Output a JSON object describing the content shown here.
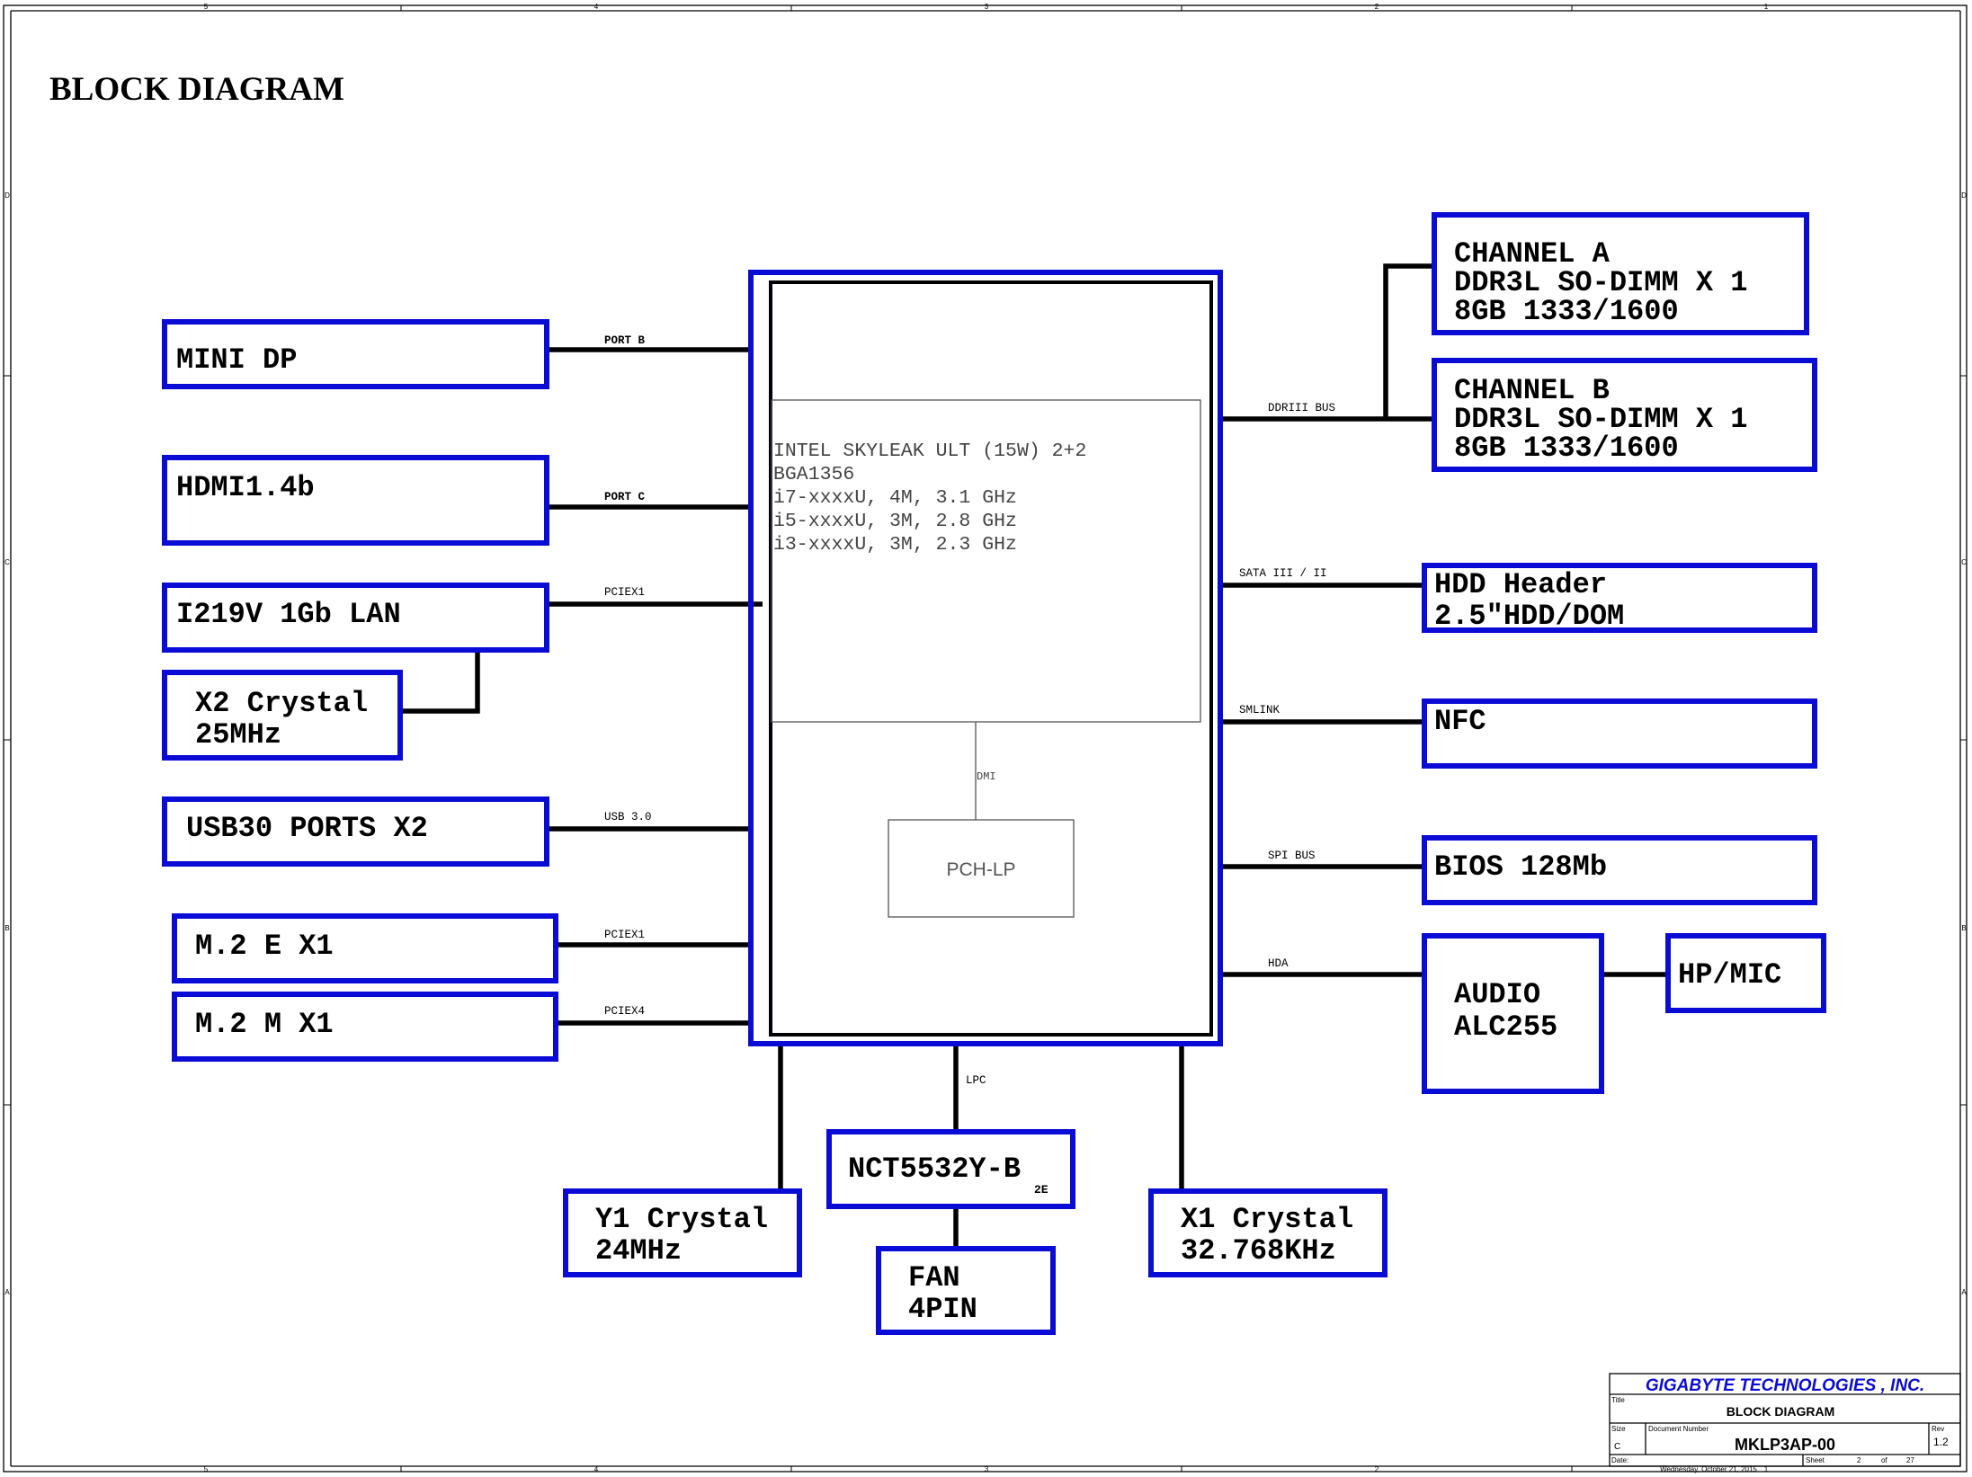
{
  "sheet_title": "BLOCK DIAGRAM",
  "border": {
    "columns": [
      "5",
      "4",
      "3",
      "2",
      "1"
    ],
    "rows": [
      "D",
      "C",
      "B",
      "A"
    ]
  },
  "cpu": {
    "lines": [
      "INTEL SKYLEAK ULT (15W) 2+2",
      "BGA1356",
      "i7-xxxxU, 4M, 3.1 GHz",
      "i5-xxxxU, 3M, 2.8 GHz",
      "i3-xxxxU, 3M, 2.3 GHz"
    ],
    "pch": "PCH-LP",
    "dmi": "DMI"
  },
  "left_blocks": {
    "mini_dp": [
      "MINI DP"
    ],
    "hdmi": [
      "HDMI1.4b"
    ],
    "lan": [
      "I219V 1Gb LAN"
    ],
    "x2": [
      "X2 Crystal",
      "25MHz"
    ],
    "usb": [
      "USB30 PORTS X2"
    ],
    "m2e": [
      "M.2 E X1"
    ],
    "m2m": [
      "M.2 M X1"
    ]
  },
  "right_blocks": {
    "chan_a": [
      "CHANNEL A",
      "DDR3L SO-DIMM X 1",
      "8GB 1333/1600"
    ],
    "chan_b": [
      "CHANNEL B",
      "DDR3L SO-DIMM X 1",
      "8GB 1333/1600"
    ],
    "hdd": [
      "HDD Header",
      "2.5\"HDD/DOM"
    ],
    "nfc": [
      "NFC"
    ],
    "bios": [
      "BIOS 128Mb"
    ],
    "audio": [
      "AUDIO",
      "ALC255"
    ],
    "hpmic": [
      "HP/MIC"
    ]
  },
  "bottom_blocks": {
    "y1": [
      "Y1 Crystal",
      "24MHz"
    ],
    "nct": [
      "NCT5532Y-B"
    ],
    "nct_sub": "2E",
    "fan": [
      "FAN",
      "4PIN"
    ],
    "x1": [
      "X1 Crystal",
      "32.768KHz"
    ]
  },
  "buses": {
    "port_b": "PORT B",
    "port_c": "PORT C",
    "pciex1_lan": "PCIEX1",
    "usb30": "USB 3.0",
    "pciex1_m2": "PCIEX1",
    "pciex4": "PCIEX4",
    "ddr": "DDRIII BUS",
    "sata": "SATA III / II",
    "smlink": "SMLINK",
    "spi": "SPI BUS",
    "hda": "HDA",
    "lpc": "LPC"
  },
  "title_block": {
    "company": "GIGABYTE TECHNOLOGIES , INC.",
    "title_label": "Title",
    "title": "BLOCK DIAGRAM",
    "size_label": "Size",
    "size": "C",
    "doc_label": "Document Number",
    "doc": "MKLP3AP-00",
    "rev_label": "Rev",
    "rev": "1.2",
    "date_label": "Date:",
    "date": "Wednesday, October 21, 2015",
    "sheet_label": "Sheet",
    "sheet": "2",
    "of_label": "of",
    "sheet_total": "27"
  },
  "colors": {
    "box": "#0b0bd6",
    "wire": "#000000"
  }
}
